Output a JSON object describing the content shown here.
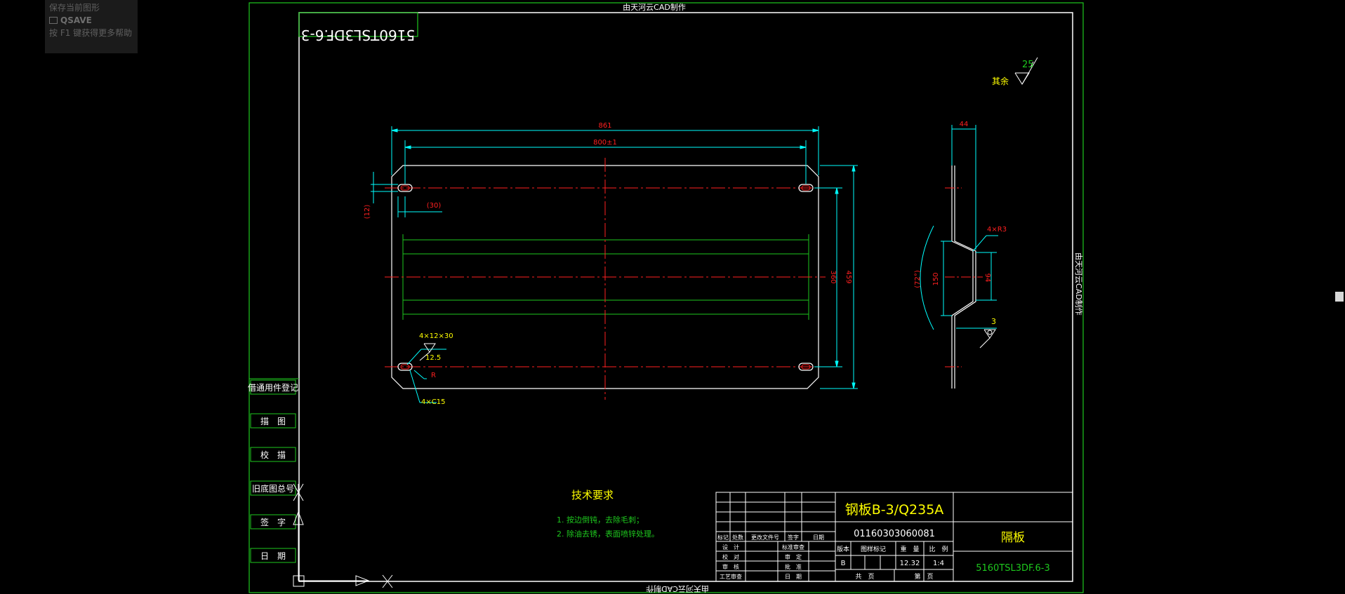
{
  "tooltip": {
    "title": "保存当前图形",
    "command": "QSAVE",
    "help": "按 F1 键获得更多帮助",
    "command_icon": "save-icon"
  },
  "frame": {
    "top_caption": "由天河云CAD制作",
    "bottom_caption": "由天河云CAD制作",
    "right_caption": "由天河云CAD制作",
    "mirror_code": "5160TSL3DF.6-3"
  },
  "left_column": [
    "借通用件登记",
    "描　图",
    "校　描",
    "旧底图总号",
    "签　字",
    "日　期"
  ],
  "drawing": {
    "roughness_label": "其余",
    "roughness_value": "25",
    "dim_861": "861",
    "dim_800": "800±1",
    "dim_360": "360",
    "dim_459": "459",
    "dim_30": "(30)",
    "dim_12": "(12)",
    "slot_label": "4×12×30",
    "slot_rough": "12.5",
    "radius_label": "R",
    "chamfer_label": "4×C15",
    "dim_44": "44",
    "bend_label": "4×R3",
    "angle_label": "(72°)",
    "dim_150": "150",
    "dim_94": "94",
    "thickness_label": "3"
  },
  "tech_req": {
    "title": "技术要求",
    "items": [
      "1. 按边倒钝，去除毛刺；",
      "2. 除油去锈，表面喷锌处理。"
    ]
  },
  "title_block": {
    "material": "钢板B-3/Q235A",
    "code": "01160303060081",
    "part_name": "隔板",
    "drawing_no": "5160TSL3DF.6-3",
    "head_row": [
      "标记",
      "处数",
      "更改文件号",
      "签字",
      "日期"
    ],
    "signers": [
      "设　计",
      "校　对",
      "审　核",
      "工艺审查"
    ],
    "reviewers": [
      "标准审查",
      "审　定",
      "批　准",
      "日　期"
    ],
    "attr_head": [
      "版本",
      "图样标记",
      "重　量",
      "比　例"
    ],
    "version": "B",
    "weight": "12.32",
    "scale": "1:4",
    "sheet_total": "共　页",
    "sheet_no": "第　页"
  }
}
